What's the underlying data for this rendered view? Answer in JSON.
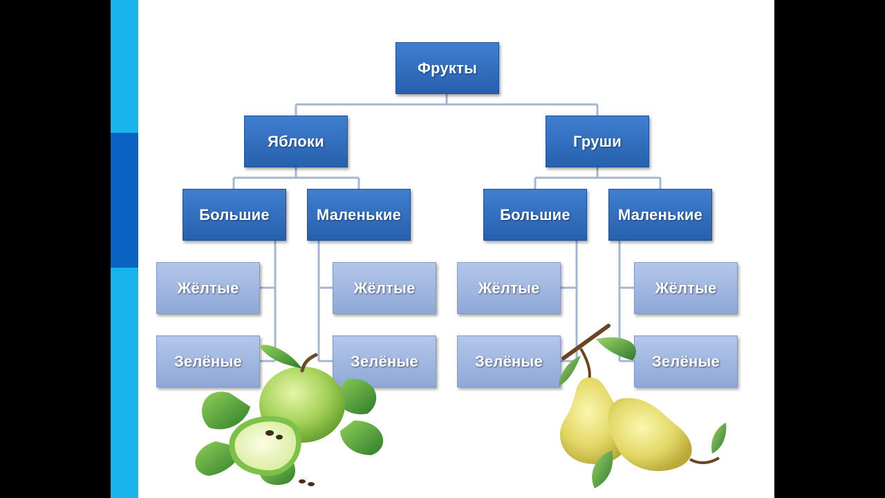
{
  "diagram": {
    "root": "Фрукты",
    "branches": [
      {
        "label": "Яблоки",
        "children": [
          {
            "label": "Большие",
            "children": [
              "Жёлтые",
              "Зелёные"
            ]
          },
          {
            "label": "Маленькие",
            "children": [
              "Жёлтые",
              "Зелёные"
            ]
          }
        ]
      },
      {
        "label": "Груши",
        "children": [
          {
            "label": "Большие",
            "children": [
              "Жёлтые",
              "Зелёные"
            ]
          },
          {
            "label": "Маленькие",
            "children": [
              "Жёлтые",
              "Зелёные"
            ]
          }
        ]
      }
    ]
  },
  "colors": {
    "node_dark": "#2f6bbd",
    "node_light": "#9fb5e0",
    "connector": "#a5b5d2",
    "accent_bar": "#18b4ec",
    "accent_bar_dark": "#0a63c2"
  },
  "illustrations": [
    "green-apple-icon",
    "pears-icon"
  ]
}
